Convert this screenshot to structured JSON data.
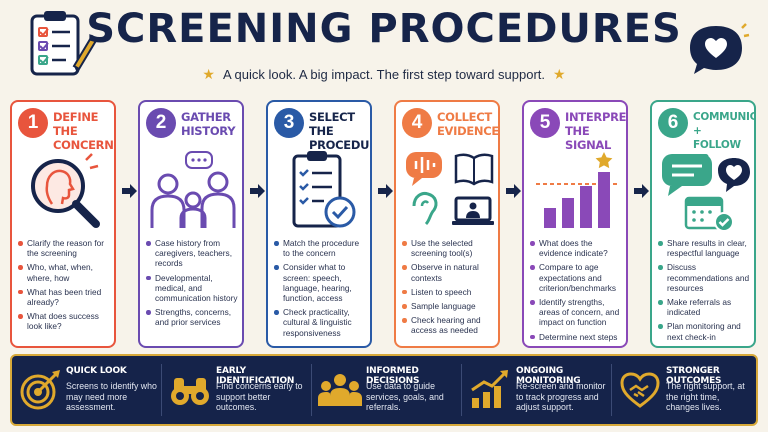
{
  "header": {
    "title": "SCREENING PROCEDURES",
    "subtitle": "A quick look.  A big impact.  The first step toward support."
  },
  "colors": {
    "navy": "#16244a",
    "step1": "#e8553d",
    "step2": "#6a4bb0",
    "step3": "#2a5aa6",
    "step4": "#ef7b45",
    "step5": "#8a49b8",
    "step6": "#3aa68a",
    "gold": "#e0a92c"
  },
  "steps": [
    {
      "number": "1",
      "title": "DEFINE THE CONCERN",
      "icon": "magnifier-head-icon",
      "bullets": [
        "Clarify the reason for the screening",
        "Who, what, when, where, how",
        "What has been tried already?",
        "What does success look like?"
      ]
    },
    {
      "number": "2",
      "title": "GATHER HISTORY",
      "icon": "family-icon",
      "bullets": [
        "Case history from caregivers, teachers, records",
        "Developmental, medical, and communication history",
        "Strengths, concerns, and prior services"
      ]
    },
    {
      "number": "3",
      "title": "SELECT THE PROCEDURE",
      "icon": "checklist-icon",
      "bullets": [
        "Match the procedure to the concern",
        "Consider what to screen: speech, language, hearing, function, access",
        "Check practicality, cultural & linguistic responsiveness"
      ]
    },
    {
      "number": "4",
      "title": "COLLECT EVIDENCE",
      "icon": "evidence-icons",
      "bullets": [
        "Use the selected screening tool(s)",
        "Observe in natural contexts",
        "Listen to speech",
        "Sample language",
        "Check hearing and access as needed"
      ]
    },
    {
      "number": "5",
      "title": "INTERPRET THE SIGNAL",
      "icon": "bar-chart-icon",
      "bullets": [
        "What does the evidence indicate?",
        "Compare to age expectations and criterion/benchmarks",
        "Identify strengths, areas of concern, and impact on function",
        "Determine next steps"
      ]
    },
    {
      "number": "6",
      "title": "COMMUNICATE + FOLLOW UP",
      "icon": "chat-calendar-icon",
      "bullets": [
        "Share results in clear, respectful language",
        "Discuss recommendations and resources",
        "Make referrals as indicated",
        "Plan monitoring and next check-in"
      ]
    }
  ],
  "benefits": [
    {
      "title": "QUICK LOOK",
      "desc": "Screens to identify who may need more assessment.",
      "icon": "target-icon"
    },
    {
      "title": "EARLY IDENTIFICATION",
      "desc": "Find concerns early to support better outcomes.",
      "icon": "binoculars-icon"
    },
    {
      "title": "INFORMED DECISIONS",
      "desc": "Use data to guide services, goals, and referrals.",
      "icon": "people-icon"
    },
    {
      "title": "ONGOING MONITORING",
      "desc": "Re-screen and monitor to track progress and adjust support.",
      "icon": "growth-chart-icon"
    },
    {
      "title": "STRONGER OUTCOMES",
      "desc": "The right support, at the right time, changes lives.",
      "icon": "handshake-heart-icon"
    }
  ]
}
